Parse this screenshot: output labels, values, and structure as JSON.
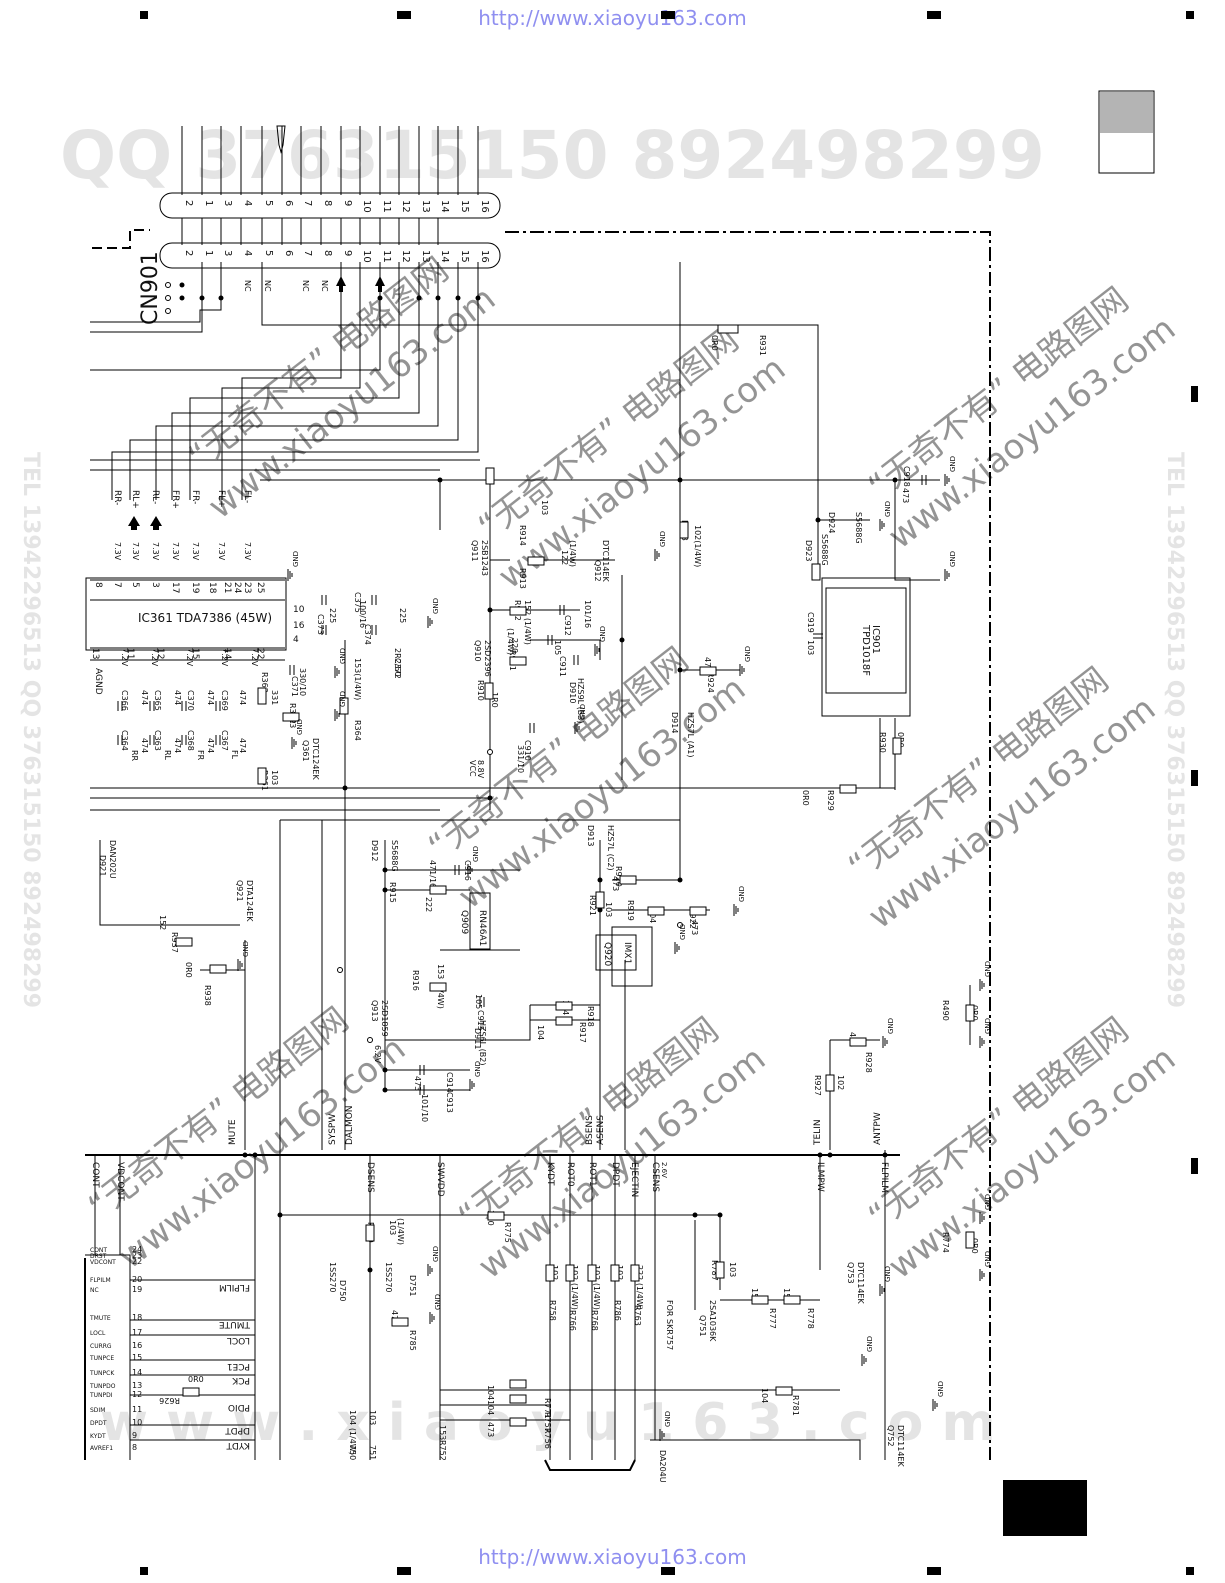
{
  "urls": {
    "top": "http://www.xiaoyu163.com",
    "bottom": "http://www.xiaoyu163.com"
  },
  "watermarks": {
    "qq_line": "QQ 376315150   892498299",
    "tel_line": "TEL 13942296513  QQ 376315150  892498299",
    "cn_phrase": "“无奇不有” 电路图网",
    "site": "www.xiaoyu163.com",
    "site_spaced": "w w w . x i a o y u 1 6 3 . c o m"
  },
  "connector": {
    "ref": "CN901",
    "top_pins": [
      "2",
      "1",
      "3",
      "4",
      "5",
      "6",
      "7",
      "8",
      "9",
      "10",
      "11",
      "12",
      "13",
      "14",
      "15",
      "16"
    ],
    "bottom_pins": [
      "2",
      "1",
      "3",
      "4",
      "5",
      "6",
      "7",
      "8",
      "9",
      "10",
      "11",
      "12",
      "13",
      "14",
      "15",
      "16"
    ],
    "nc": "NC"
  },
  "amp": {
    "ic": "IC361  TDA7386  (45W)",
    "speaker_labels": [
      "RR-",
      "RL+",
      "RL-",
      "FR+",
      "FR-",
      "FL+",
      "FL-"
    ],
    "top_pins": [
      "8",
      "7",
      "5",
      "3",
      "17",
      "19",
      "18",
      "21",
      "24",
      "23",
      "25"
    ],
    "top_volts": [
      "7.3V",
      "7.3V",
      "7.3V",
      "7.3V",
      "7.3V",
      "7.3V",
      "7.3V"
    ],
    "bottom_pins": [
      "13",
      "11",
      "12",
      "15",
      "14",
      "22"
    ],
    "bottom_volts": [
      "7.2V",
      "7.2V",
      "7.2V",
      "7.2V",
      "7.2V"
    ],
    "agnd": "AGND",
    "side_pins": [
      "10",
      "16",
      "4"
    ],
    "caps": {
      "c375": "C375",
      "c375_val": "100/16",
      "c373": "C373",
      "c373_val": "225",
      "c374": "C374",
      "c374_val": "225",
      "c372": "C372",
      "c372_val": "2R2/50",
      "c371": "C371",
      "c371_val": "330/10"
    },
    "input_caps": [
      "C366",
      "C365",
      "C370",
      "C369",
      "C364",
      "C363",
      "C368",
      "C367"
    ],
    "input_cap_val": "474",
    "input_tags": [
      "RR",
      "RL",
      "FR",
      "FL"
    ]
  },
  "mute": {
    "r363": "R363",
    "r363_val": "331",
    "r362": "R362",
    "r362_val": "103",
    "r364": "R364",
    "r364_val": "153(1/4W)",
    "r361": "R361",
    "r361_val": "103",
    "q361": "Q361",
    "q361_part": "DTC124EK"
  },
  "regulator": {
    "q911": "Q911",
    "q911_part": "2SB1243",
    "r914": "R914",
    "r914_val": "103",
    "r913": "R913",
    "r913_val": "122",
    "r913_w": "(1/4W)",
    "q912": "Q912",
    "q912_part": "DTC114EK",
    "r923": "R923",
    "r923_val": "102(1/4W)",
    "r912": "R912",
    "r912_val": "152 (1/4W)",
    "c912": "C912",
    "c912_val": "101/16",
    "q910": "Q910",
    "q910_part": "2SD2396",
    "r911": "R911",
    "r911_val": "220",
    "r911_w": "(1/4W)",
    "c911": "C911",
    "c911_val": "105",
    "d910": "D910",
    "d910_part": "HZS9L (B3)",
    "r910": "R910",
    "r910_val": "1R0",
    "c910": "C910",
    "c910_val": "331/10",
    "vcc": "VCC",
    "vcc_v": "8.8V",
    "r924": "R924",
    "r924_val": "472",
    "d914": "D914",
    "d914_part": "HZS7L (A1)"
  },
  "tuner_ic": {
    "ic": "IC901",
    "part": "TPD1018F",
    "c918": "C918",
    "c918_val": "473",
    "c919": "C919",
    "c919_val": "103",
    "d923": "D923",
    "d923_part": "S5688G",
    "d924": "D924",
    "d924_part": "S5688G",
    "r931": "R931",
    "r931_val": "0R0",
    "r930": "R930",
    "r930_val": "0R0",
    "r929": "R929",
    "r929_val": "0R0"
  },
  "power": {
    "d912": "D912",
    "d912_part": "S5688G",
    "d913": "D913",
    "d913_part": "HZS7L (C2)",
    "c916": "C916",
    "c916_val": "471/16",
    "r915": "R915",
    "r915_val": "222",
    "q909": "Q909",
    "q909_part": "RN46A1",
    "r920": "R920",
    "r920_val": "473",
    "r921": "R921",
    "r921_val": "103",
    "r919": "R919",
    "r919_val": "104",
    "r922": "R922",
    "r922_val": "473",
    "q920": "Q920",
    "q920_part": "IMX1",
    "r918": "R918",
    "r918_val": "104",
    "r917": "R917",
    "r917_val": "104",
    "r916": "R916",
    "r916_val": "153 (1/4W)",
    "q913": "Q913",
    "q913_part": "2SD1859",
    "c915": "C915",
    "c915_val": "105",
    "d911": "D911",
    "d911_part": "HZS6L (B2)",
    "c914": "C914",
    "c914_val": "473",
    "c913": "C913",
    "c913_val": "101/10",
    "v62": "6.2V",
    "q921": "Q921",
    "q921_part": "DTA124EK",
    "r937": "R937",
    "r937_val": "152",
    "r938": "R938",
    "r938_val": "0R0",
    "d921": "D921",
    "d921_part": "DAN202U",
    "r928": "R928",
    "r928_val": "473",
    "r927": "R927",
    "r927_val": "102",
    "r490": "R490",
    "r490_val": "0R0"
  },
  "bus": {
    "upper": [
      "MUTE",
      "SYSPW",
      "DALMON",
      "BSENS",
      "ASENS",
      "TELIN",
      "ANTPW"
    ],
    "lower": [
      "CONT",
      "VDCONT",
      "DSENS",
      "SWVDD",
      "KYDT",
      "ROT0",
      "ROT1",
      "DPDT",
      "EJECTIN",
      "CSENS",
      "ILMPW",
      "FLPILM"
    ],
    "csens_v": "2.6V"
  },
  "mcu": {
    "pins": [
      "24",
      "23",
      "22",
      "20",
      "19",
      "18",
      "17",
      "16",
      "15",
      "14",
      "13",
      "12",
      "11",
      "10",
      "9",
      "8"
    ],
    "names": [
      "CONT",
      "DRST",
      "VDCONT",
      "FLPILM",
      "NC",
      "TMUTE",
      "LOCL",
      "CURRG",
      "TUNPCE",
      "TUNPCK",
      "TUNPDO",
      "TUNPDI",
      "SDIM",
      "DPDT",
      "KYDT",
      "AVREF1"
    ],
    "signals": [
      "FLPILM",
      "TMUTE",
      "LOCL",
      "PCE1",
      "PCK",
      "PDIO",
      "DPDT",
      "KYDT"
    ],
    "r626": "R626",
    "r626_val": "0R0"
  },
  "lower_parts": {
    "r779": "R779",
    "r779_val": "103",
    "r779_w": "(1/4W)",
    "r775": "R775",
    "r775_val": "1R0",
    "d750": "D750",
    "d750_part": "1SS270",
    "d751": "D751",
    "d751_part": "1SS270",
    "r785": "R785",
    "r785_val": "473",
    "r758": "R758",
    "r766": "R766",
    "r768": "R768",
    "r786": "R786",
    "r763": "R763",
    "r758_val": "102",
    "r766_val": "102 (1/4W)",
    "r768_val": "102 (1/4W)",
    "r786_val": "102",
    "r763_val": "222 (1/4W)",
    "for_note": "FOR SKR757",
    "q751": "Q751",
    "q751_part": "2SA1036K",
    "r787": "R787",
    "r787_val": "103",
    "r777": "R777",
    "r777_val": "152",
    "r778": "R778",
    "r778_val": "152",
    "q753": "Q753",
    "q753_part": "DTC114EK",
    "r774": "R774",
    "r774_val": "0R0",
    "r771": "R771",
    "r771_val": "104",
    "r757": "R757",
    "r757_val": "104",
    "r756": "R756",
    "r756_val": "473",
    "r781": "R781",
    "r781_val": "104",
    "q752": "Q752",
    "q752_part": "DTC114EK",
    "da": "DA204U",
    "bottom_labels": [
      "750",
      "751",
      "R752"
    ],
    "bottom_vals": [
      "104 (1/4W)",
      "103",
      "153"
    ]
  },
  "gnd": "GND"
}
